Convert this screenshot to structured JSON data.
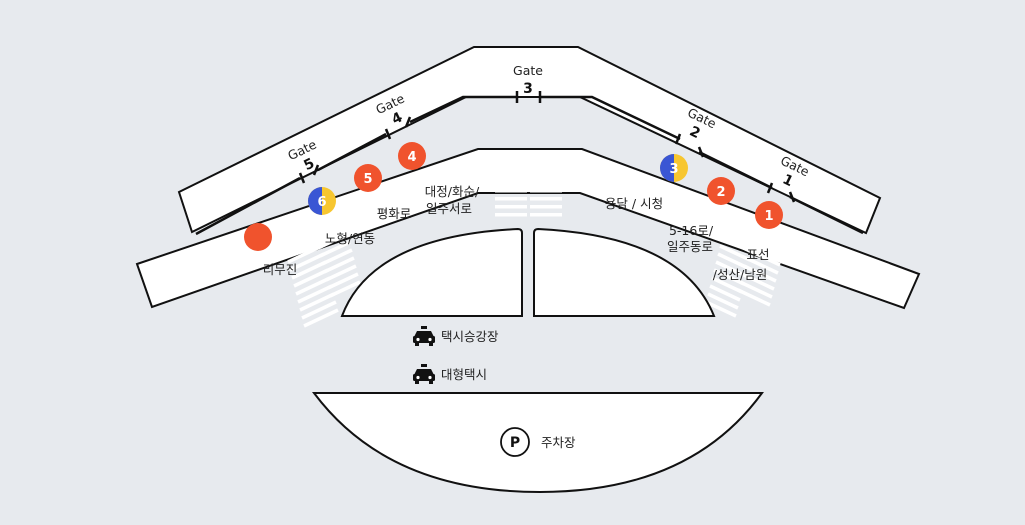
{
  "colors": {
    "background": "#e7eaee",
    "stop_red": "#f0532d",
    "stop_blue": "#3a56d4",
    "stop_yellow": "#f7c630",
    "outline": "#111111",
    "road_fill": "#ffffff",
    "crosswalk": "#ffffff"
  },
  "gates": [
    {
      "word": "Gate",
      "number": "1"
    },
    {
      "word": "Gate",
      "number": "2"
    },
    {
      "word": "Gate",
      "number": "3"
    },
    {
      "word": "Gate",
      "number": "4"
    },
    {
      "word": "Gate",
      "number": "5"
    }
  ],
  "stops": [
    {
      "number": "1",
      "style": "red"
    },
    {
      "number": "2",
      "style": "red"
    },
    {
      "number": "3",
      "style": "split"
    },
    {
      "number": "4",
      "style": "red"
    },
    {
      "number": "5",
      "style": "red"
    },
    {
      "number": "6",
      "style": "split"
    },
    {
      "number": "",
      "style": "red"
    }
  ],
  "labels": {
    "yongdam_sicheong": "용담 / 시청",
    "route_516": "5-16로/",
    "iljudongro": "일주동로",
    "pyoseon": "표선",
    "seongsan_namwon": "/성산/남원",
    "daejeong_hwasun": "대정/화순/",
    "iljuseoro": "일주서로",
    "pyeonghwaro": "평화로",
    "nohyeong_yeondong": "노형/연동",
    "rimujin": "리무진",
    "taxi_stand": "택시승강장",
    "large_taxi": "대형택시",
    "parking": "주차장",
    "parking_symbol": "P"
  },
  "icons": {
    "taxi": "taxi-icon",
    "parking": "parking-icon"
  }
}
